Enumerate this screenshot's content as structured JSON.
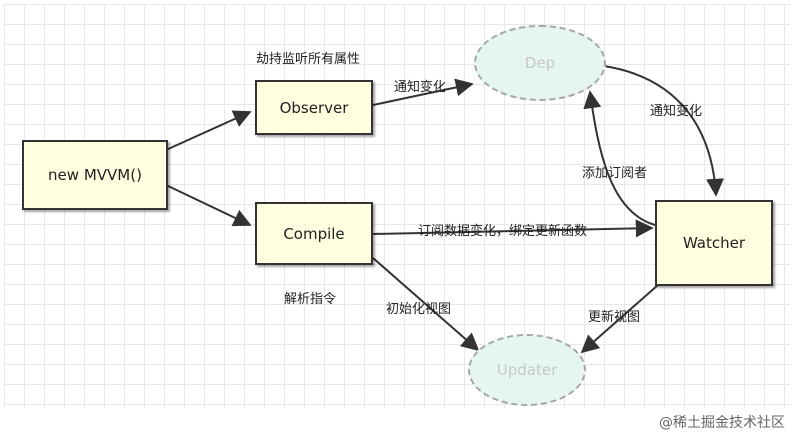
{
  "nodes": {
    "mvvm": "new MVVM()",
    "observer": "Observer",
    "compile": "Compile",
    "dep": "Dep",
    "watcher": "Watcher",
    "updater": "Updater"
  },
  "labels": {
    "hijack": "劫持监听所有属性",
    "notify_dep": "通知变化",
    "notify_watcher": "通知变化",
    "add_subscriber": "添加订阅者",
    "subscribe": "订阅数据变化，绑定更新函数",
    "parse": "解析指令",
    "init_view": "初始化视图",
    "update_view": "更新视图"
  },
  "watermark": "@稀土掘金技术社区",
  "colors": {
    "box_fill": "#ffffe0",
    "ellipse_fill": "#e4f6ee",
    "ellipse_border": "#a6a6a6",
    "arrow": "#333333"
  }
}
